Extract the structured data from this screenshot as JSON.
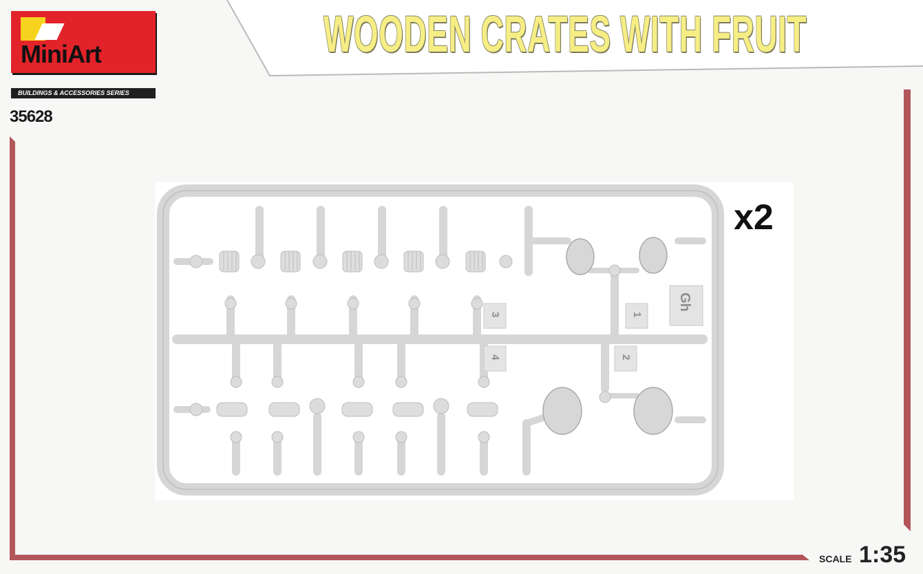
{
  "header": {
    "title": "WOODEN CRATES WITH FRUIT"
  },
  "brand": {
    "logo_text": "MiniArt",
    "series": "BUILDINGS & ACCESSORIES SERIES",
    "kit_number": "35628",
    "logo_colors": {
      "red": "#e3232a",
      "yellow": "#f6d31f"
    }
  },
  "sprue": {
    "letter": "Gh",
    "quantity": "x2",
    "part_numbers": [
      "1",
      "2",
      "3",
      "4"
    ]
  },
  "footer": {
    "scale_label": "SCALE",
    "scale_value": "1:35"
  },
  "colors": {
    "frame_red": "#b3565a",
    "sprue_grey": "#d9d9d9",
    "title_yellow": "#f6ee85"
  }
}
